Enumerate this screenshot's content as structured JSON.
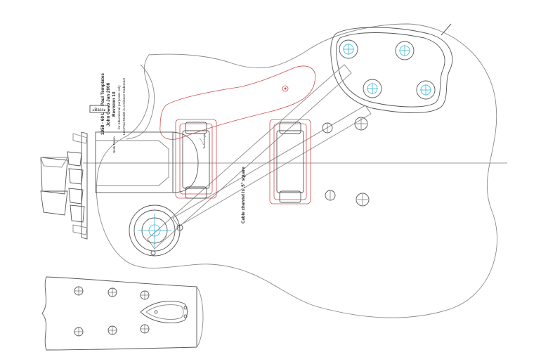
{
  "template": {
    "title_block": {
      "title": "1958 - 60 Les Paul Templates",
      "author": "John Catto  Jan 2006",
      "revision": "Revision 10",
      "disclaimer_1": "for educational purposes only",
      "disclaimer_2": "Les Paul Model is a Gibson trademark"
    },
    "bass_tag": "Bass",
    "neck_tenon_label": "Neck Tenon",
    "tenon_angle_label": "Tenon Angle",
    "cable_channel_note": "Cable channel is .5\" square"
  },
  "colors": {
    "outline": "#8a8a8a",
    "routes": "#d05050",
    "centers": "#39b8d6",
    "text": "#222222"
  }
}
